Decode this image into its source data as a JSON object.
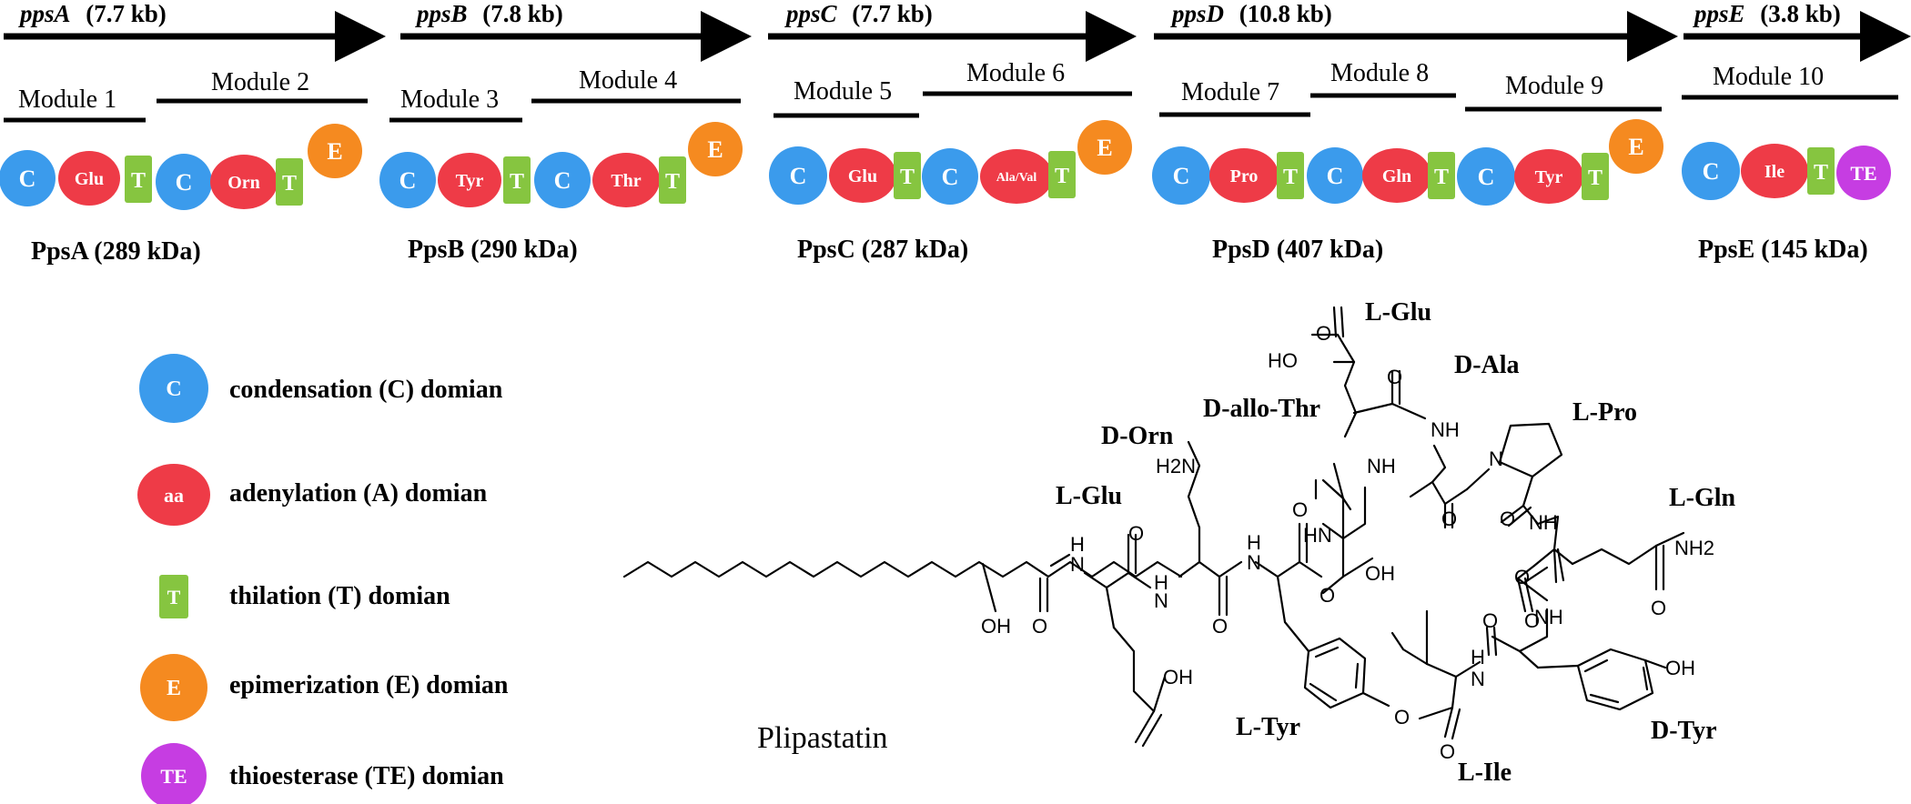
{
  "genes": [
    {
      "name": "ppsA",
      "size": "(7.7 kb)",
      "protein": "PpsA (289 kDa)",
      "modules": [
        "Module 1",
        "Module 2"
      ],
      "domains": [
        {
          "type": "C",
          "label": "C"
        },
        {
          "type": "A",
          "label": "Glu"
        },
        {
          "type": "T",
          "label": "T"
        },
        {
          "type": "C",
          "label": "C"
        },
        {
          "type": "A",
          "label": "Orn"
        },
        {
          "type": "T",
          "label": "T"
        },
        {
          "type": "E",
          "label": "E"
        }
      ]
    },
    {
      "name": "ppsB",
      "size": "(7.8 kb)",
      "protein": "PpsB (290 kDa)",
      "modules": [
        "Module 3",
        "Module 4"
      ],
      "domains": [
        {
          "type": "C",
          "label": "C"
        },
        {
          "type": "A",
          "label": "Tyr"
        },
        {
          "type": "T",
          "label": "T"
        },
        {
          "type": "C",
          "label": "C"
        },
        {
          "type": "A",
          "label": "Thr"
        },
        {
          "type": "T",
          "label": "T"
        },
        {
          "type": "E",
          "label": "E"
        }
      ]
    },
    {
      "name": "ppsC",
      "size": "(7.7 kb)",
      "protein": "PpsC (287 kDa)",
      "modules": [
        "Module 5",
        "Module 6"
      ],
      "domains": [
        {
          "type": "C",
          "label": "C"
        },
        {
          "type": "A",
          "label": "Glu"
        },
        {
          "type": "T",
          "label": "T"
        },
        {
          "type": "C",
          "label": "C"
        },
        {
          "type": "A",
          "label": "Ala/Val"
        },
        {
          "type": "T",
          "label": "T"
        },
        {
          "type": "E",
          "label": "E"
        }
      ]
    },
    {
      "name": "ppsD",
      "size": "(10.8 kb)",
      "protein": "PpsD (407 kDa)",
      "modules": [
        "Module 7",
        "Module 8",
        "Module 9"
      ],
      "domains": [
        {
          "type": "C",
          "label": "C"
        },
        {
          "type": "A",
          "label": "Pro"
        },
        {
          "type": "T",
          "label": "T"
        },
        {
          "type": "C",
          "label": "C"
        },
        {
          "type": "A",
          "label": "Gln"
        },
        {
          "type": "T",
          "label": "T"
        },
        {
          "type": "C",
          "label": "C"
        },
        {
          "type": "A",
          "label": "Tyr"
        },
        {
          "type": "T",
          "label": "T"
        },
        {
          "type": "E",
          "label": "E"
        }
      ]
    },
    {
      "name": "ppsE",
      "size": "(3.8 kb)",
      "protein": "PpsE (145 kDa)",
      "modules": [
        "Module 10"
      ],
      "domains": [
        {
          "type": "C",
          "label": "C"
        },
        {
          "type": "A",
          "label": "Ile"
        },
        {
          "type": "T",
          "label": "T"
        },
        {
          "type": "TE",
          "label": "TE"
        }
      ]
    }
  ],
  "legend": [
    {
      "type": "C",
      "symbol": "C",
      "label": "condensation (C) domian"
    },
    {
      "type": "A",
      "symbol": "aa",
      "label": "adenylation (A) domian"
    },
    {
      "type": "T",
      "symbol": "T",
      "label": "thilation (T) domian"
    },
    {
      "type": "E",
      "symbol": "E",
      "label": "epimerization (E) domian"
    },
    {
      "type": "TE",
      "symbol": "TE",
      "label": "thioesterase (TE) domian"
    }
  ],
  "colors": {
    "C": "#3b9bec",
    "A": "#ee3b47",
    "T": "#86c540",
    "E": "#f58a20",
    "TE": "#c63de2"
  },
  "molecule": {
    "name": "Plipastatin",
    "residues": [
      "L-Glu",
      "D-Ala",
      "D-allo-Thr",
      "L-Pro",
      "D-Orn",
      "L-Glu",
      "L-Gln",
      "L-Tyr",
      "D-Tyr",
      "L-Ile"
    ],
    "atoms": [
      "HO",
      "O",
      "O",
      "NH",
      "N",
      "NH",
      "H2N",
      "O",
      "O",
      "H",
      "N",
      "H",
      "N",
      "O",
      "H",
      "N",
      "O",
      "HN",
      "OH",
      "NH2",
      "O",
      "O",
      "NH",
      "O",
      "OH",
      "O",
      "NH",
      "O",
      "O",
      "O",
      "H",
      "N",
      "OH",
      "O",
      "OH",
      "O"
    ]
  }
}
